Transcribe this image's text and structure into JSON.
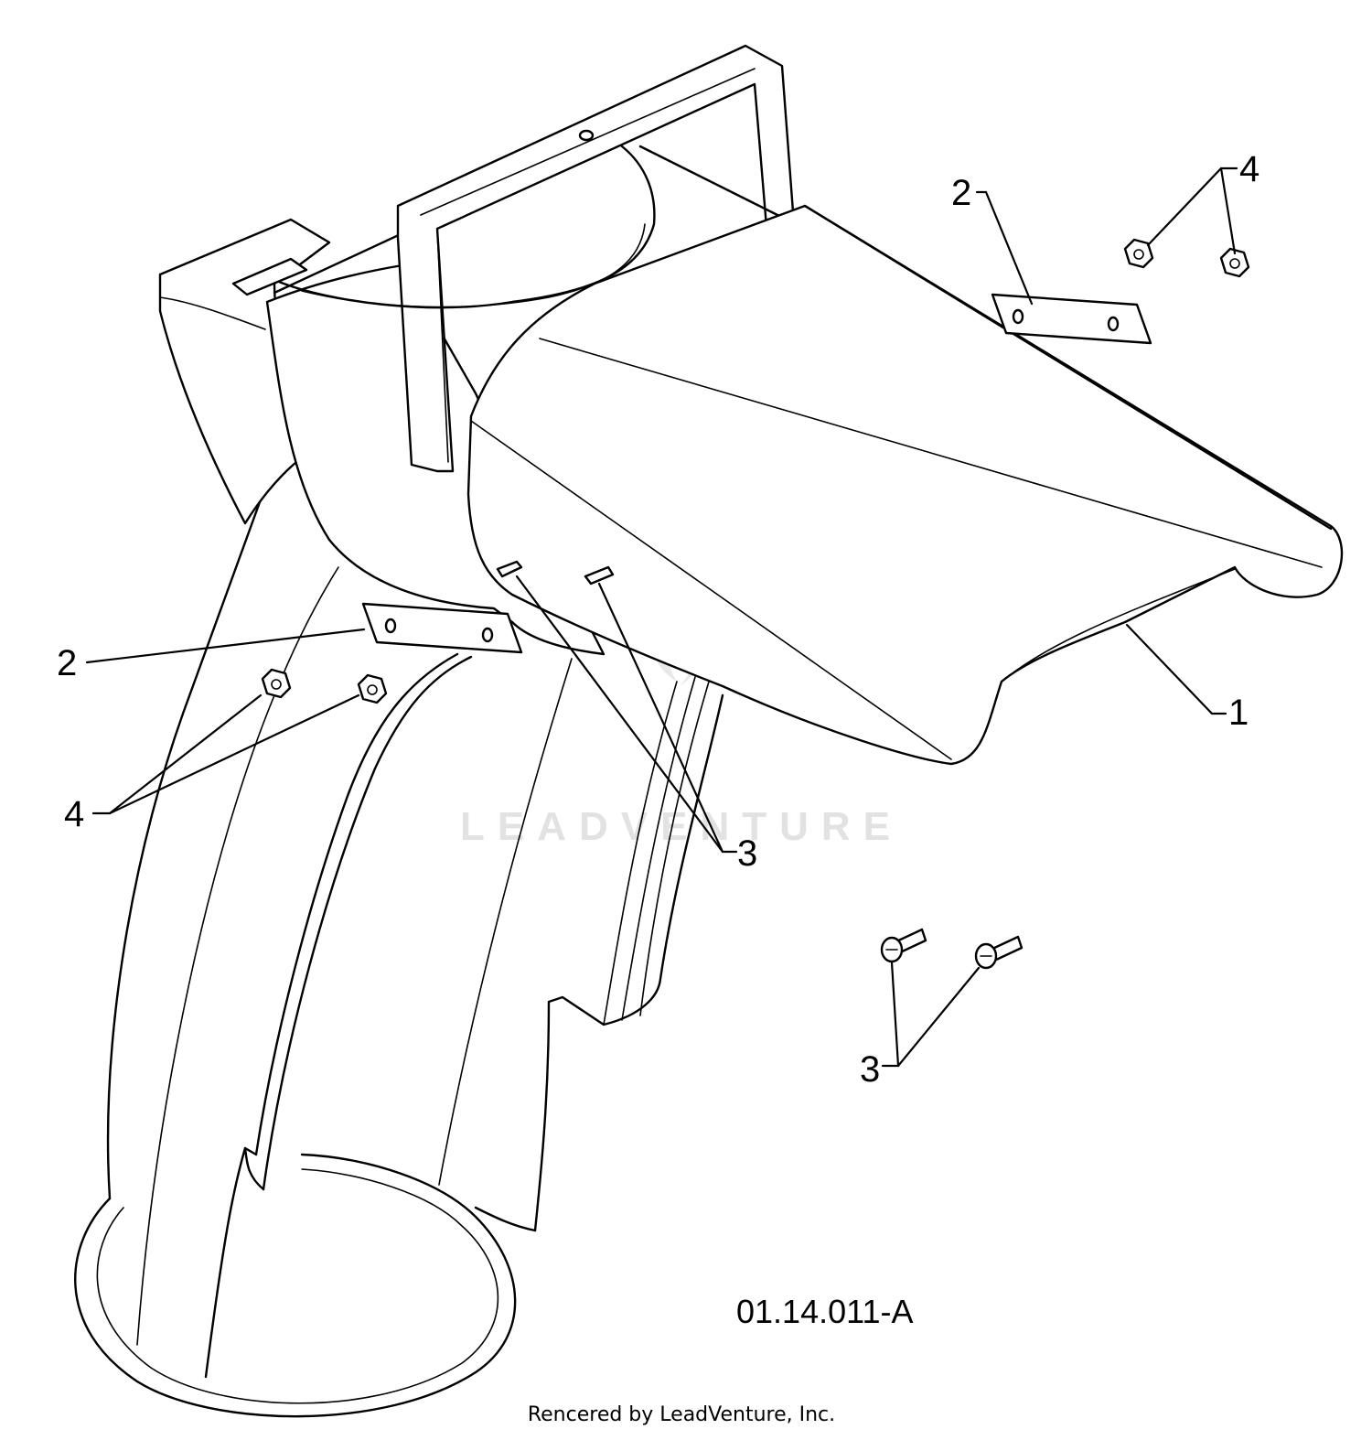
{
  "watermark": {
    "text": "LEADVENTURE"
  },
  "callouts": {
    "item_1": "1",
    "item_2_right": "2",
    "item_2_left": "2",
    "item_3_mid": "3",
    "item_3_low": "3",
    "item_4_right": "4",
    "item_4_left": "4"
  },
  "drawing_code": "01.14.011-A",
  "credit": "Rencered by LeadVenture, Inc."
}
